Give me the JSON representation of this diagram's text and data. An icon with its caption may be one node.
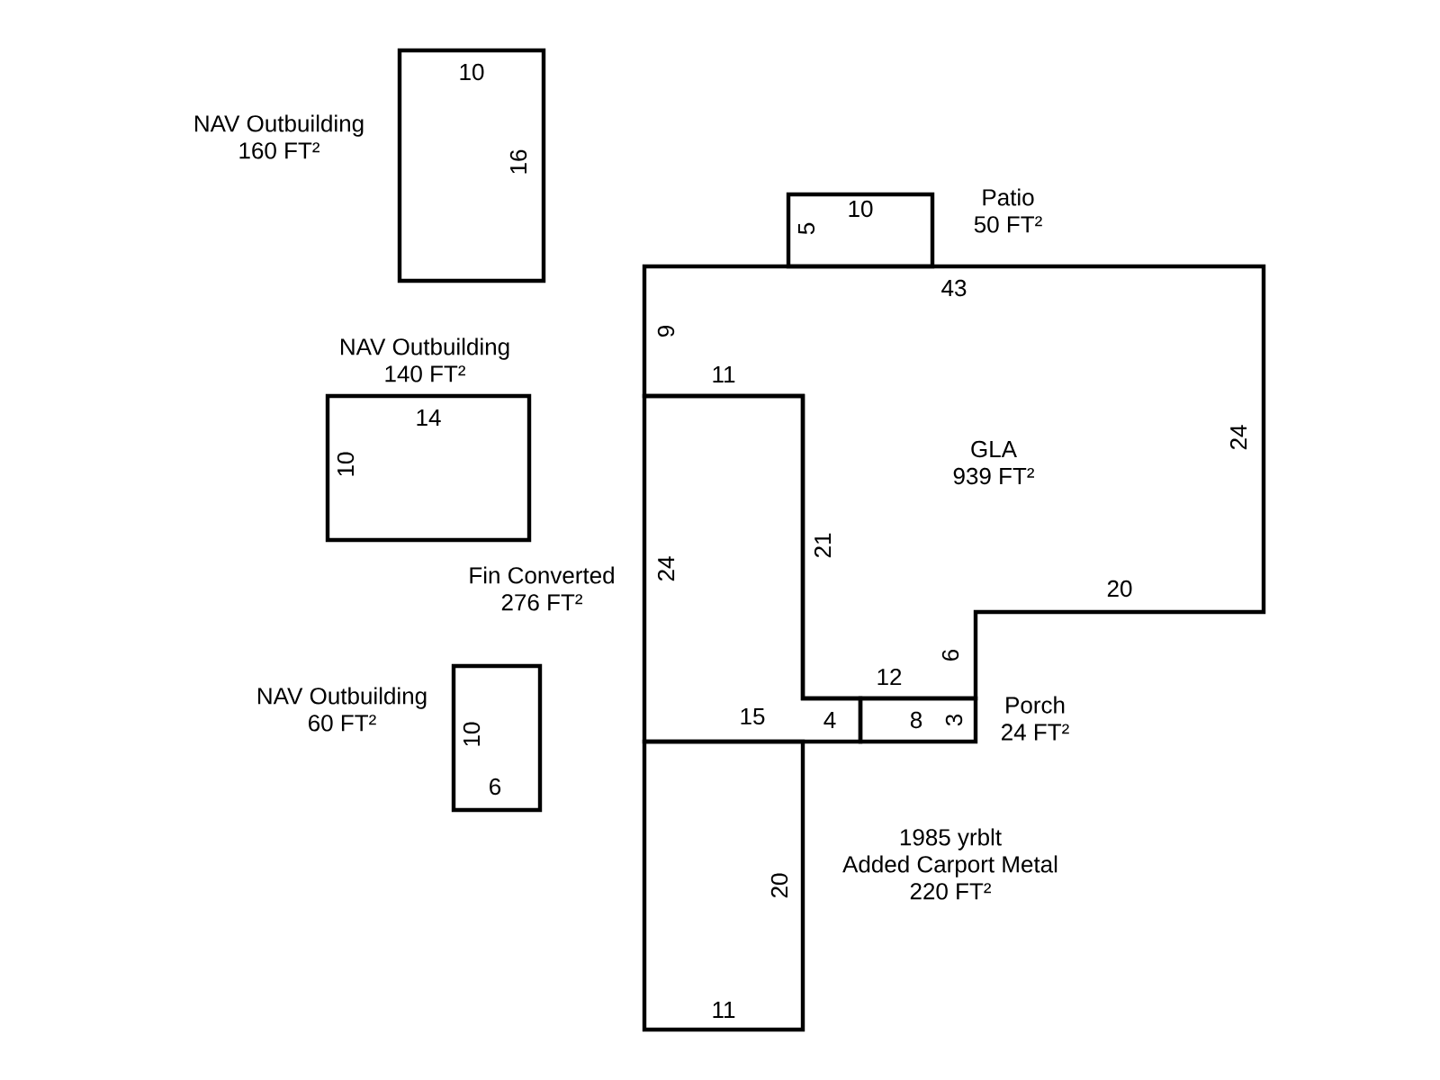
{
  "diagram": {
    "nodes": [
      {
        "text": [
          "NAV Outbuilding",
          "160 FT²"
        ]
      },
      {
        "text": [
          "Patio",
          "50 FT²"
        ]
      },
      {
        "text": [
          "GLA",
          "939 FT²"
        ]
      },
      {
        "text": [
          "NAV Outbuilding",
          "140 FT²"
        ]
      },
      {
        "text": [
          "Fin Converted",
          "276 FT²"
        ]
      },
      {
        "text": [
          "NAV Outbuilding",
          "60 FT²"
        ]
      },
      {
        "text": [
          "Porch",
          "24 FT²"
        ]
      },
      {
        "text": [
          "1985 yrblt",
          "Added Carport Metal",
          "220 FT²"
        ]
      }
    ],
    "edges": [],
    "labels": [
      "10",
      "16",
      "10",
      "5",
      "43",
      "9",
      "11",
      "14",
      "10",
      "24",
      "21",
      "24",
      "20",
      "6",
      "12",
      "15",
      "4",
      "8",
      "3",
      "10",
      "6",
      "20",
      "11"
    ]
  }
}
